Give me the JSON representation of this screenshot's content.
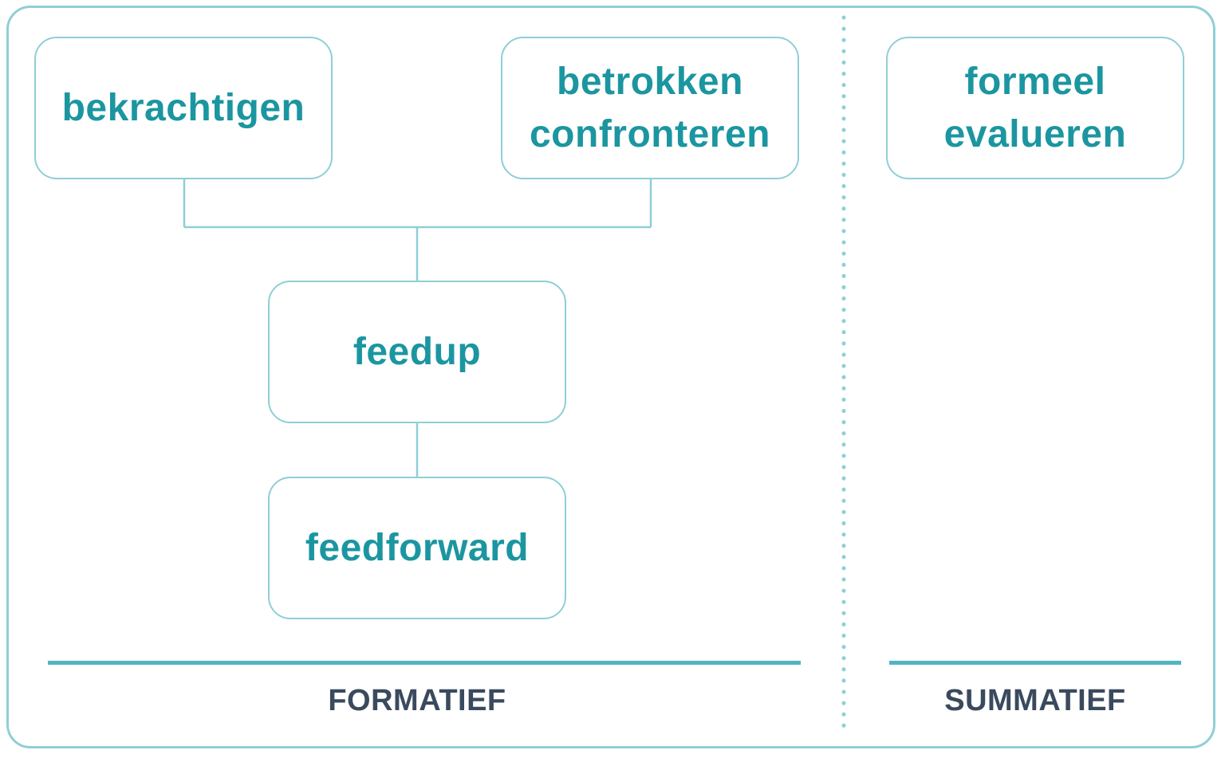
{
  "nodes": {
    "bekrachtigen": {
      "lines": [
        "bekrachtigen"
      ]
    },
    "betrokken": {
      "lines": [
        "betrokken",
        "confronteren"
      ]
    },
    "formeel": {
      "lines": [
        "formeel",
        "evalueren"
      ]
    },
    "feedup": {
      "lines": [
        "feedup"
      ]
    },
    "feedforward": {
      "lines": [
        "feedforward"
      ]
    }
  },
  "sections": {
    "formatief": "FORMATIEF",
    "summatief": "SUMMATIEF"
  },
  "colors": {
    "box_border": "#8fcfd6",
    "node_text": "#1b96a0",
    "connector": "#8fcfd6",
    "rule": "#4fb5c1",
    "divider": "#8fcfd6",
    "section_text": "#3a4a5e"
  }
}
